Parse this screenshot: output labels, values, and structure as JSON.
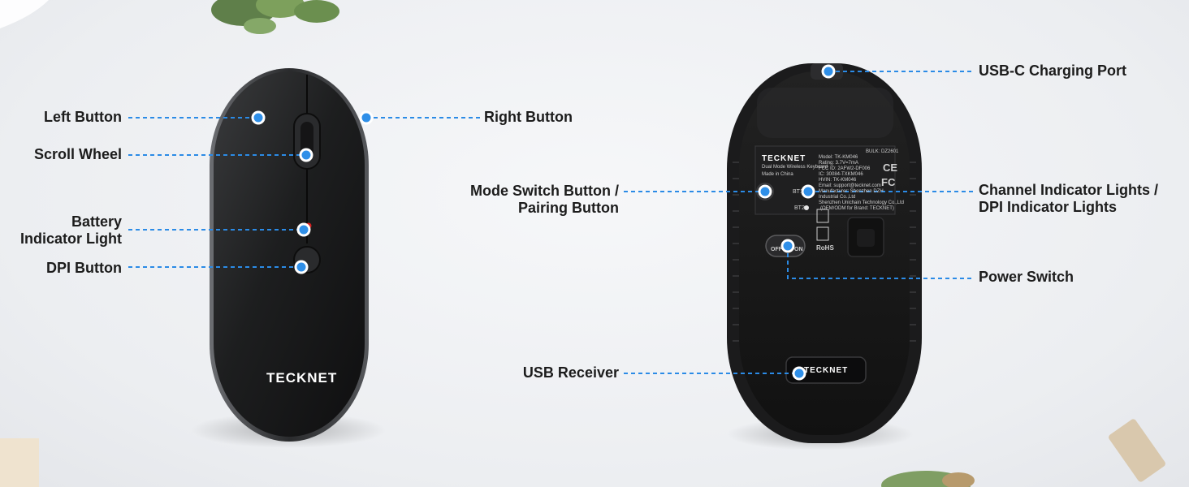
{
  "brand": "TECKNET",
  "labels": {
    "left_button": "Left Button",
    "scroll_wheel": "Scroll Wheel",
    "battery_line1": "Battery",
    "battery_line2": "Indicator Light",
    "dpi_button": "DPI Button",
    "right_button": "Right Button",
    "mode_line1": "Mode Switch Button /",
    "mode_line2": "Pairing Button",
    "usb_receiver": "USB Receiver",
    "usbc_port": "USB-C Charging Port",
    "channel_line1": "Channel Indicator Lights /",
    "channel_line2": "DPI Indicator Lights",
    "power_switch": "Power Switch"
  },
  "underside": {
    "model": "Model: TK-KM046",
    "subtitle": "Dual Mode Wireless Keyboard",
    "rating": "Rating: 3.7V=7mA",
    "fcc": "FCC ID: 2AFW2-DF006",
    "ic": "IC: 30084-TXKM046",
    "hvin": "HVIN: TK-KM046",
    "email": "Email: support@tecknet.com",
    "manufacturer": "Manufacturer: Shenzhen DZH",
    "industrial": "Industrial Co.,Ltd",
    "unichain": "Shenzhen Unichain Technology Co.,Ltd",
    "oem": "(OEM/ODM for Brand: TECKNET)",
    "bulk": "BULK: DZ2601",
    "made_in": "Made in China",
    "ce": "CE",
    "fc": "FC",
    "bt1": "BT1",
    "bt2": "BT2",
    "off": "OFF",
    "on": "ON",
    "rohs": "RoHS"
  },
  "colors": {
    "accent": "#2f8fe8",
    "mouse_body": "#1a1a1b",
    "battery_led": "#d62020"
  }
}
